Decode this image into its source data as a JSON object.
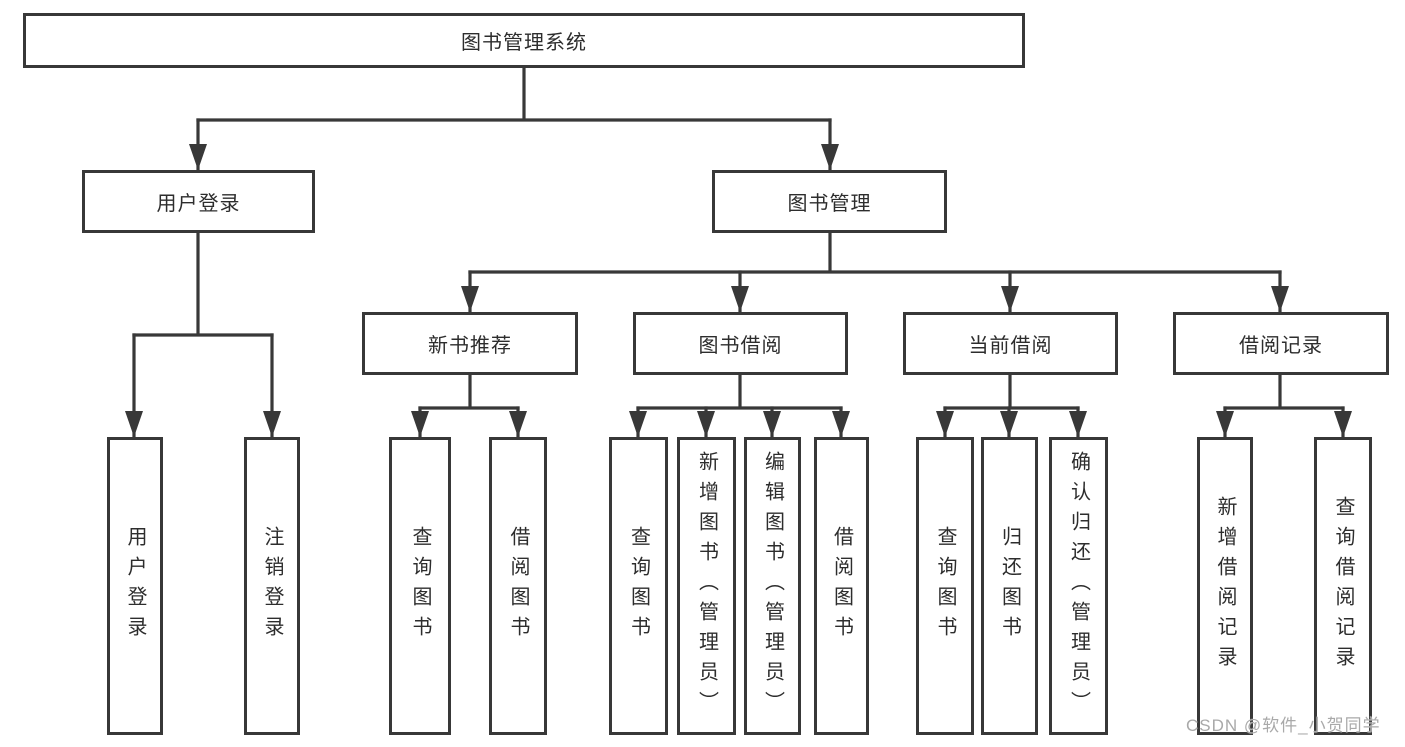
{
  "diagram": {
    "type": "hierarchy-tree",
    "colors": {
      "line": "#383838",
      "box_border": "#383838",
      "box_fill": "#ffffff",
      "text": "#2d2d2d",
      "watermark": "#a9a9a9"
    },
    "tree": {
      "root": {
        "label": "图书管理系统",
        "children": [
          {
            "label": "用户登录",
            "children": [
              {
                "label": "用户登录"
              },
              {
                "label": "注销登录"
              }
            ]
          },
          {
            "label": "图书管理",
            "children": [
              {
                "label": "新书推荐",
                "children": [
                  {
                    "label": "查询图书"
                  },
                  {
                    "label": "借阅图书"
                  }
                ]
              },
              {
                "label": "图书借阅",
                "children": [
                  {
                    "label": "查询图书"
                  },
                  {
                    "label": "新增图书（管理员）"
                  },
                  {
                    "label": "编辑图书（管理员）"
                  },
                  {
                    "label": "借阅图书"
                  }
                ]
              },
              {
                "label": "当前借阅",
                "children": [
                  {
                    "label": "查询图书"
                  },
                  {
                    "label": "归还图书"
                  },
                  {
                    "label": "确认归还（管理员）"
                  }
                ]
              },
              {
                "label": "借阅记录",
                "children": [
                  {
                    "label": "新增借阅记录"
                  },
                  {
                    "label": "查询借阅记录"
                  }
                ]
              }
            ]
          }
        ]
      }
    }
  },
  "watermark": {
    "text": "CSDN @软件_小贺同学"
  }
}
